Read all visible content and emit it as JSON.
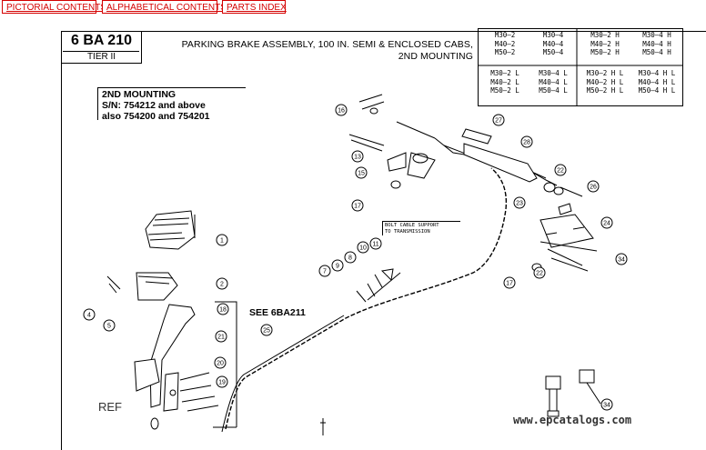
{
  "nav": {
    "pictorial": "PICTORIAL CONTENTS",
    "alphabetical": "ALPHABETICAL CONTENTS",
    "parts_index": "PARTS INDEX"
  },
  "header": {
    "code": "6 BA 210",
    "tier": "TIER II",
    "title_line1": "PARKING BRAKE ASSEMBLY, 100 IN. SEMI & ENCLOSED CABS,",
    "title_line2": "2ND MOUNTING"
  },
  "models": {
    "top": [
      [
        "M30–2",
        "M40–2",
        "M50–2"
      ],
      [
        "M30–4",
        "M40–4",
        "M50–4"
      ],
      [
        "M30–2 H",
        "M40–2 H",
        "M50–2 H"
      ],
      [
        "M30–4 H",
        "M40–4 H",
        "M50–4 H"
      ]
    ],
    "bottom": [
      [
        "M30–2 L",
        "M40–2 L",
        "M50–2 L"
      ],
      [
        "M30–4 L",
        "M40–4 L",
        "M50–4 L"
      ],
      [
        "M30–2 H L",
        "M40–2 H L",
        "M50–2 H L"
      ],
      [
        "M30–4 H L",
        "M40–4 H L",
        "M50–4 H L"
      ]
    ]
  },
  "note": {
    "line1": "2ND MOUNTING",
    "line2": "S/N: 754212 and above",
    "line3": "also 754200 and 754201"
  },
  "cable_note": {
    "line1": "BOLT CABLE SUPPORT",
    "line2": "TO TRANSMISSION"
  },
  "see_ref": "SEE 6BA211",
  "ref_label": "REF",
  "watermark": "www.epcatalogs.com",
  "callouts": [
    "1",
    "2",
    "4",
    "5",
    "7",
    "8",
    "9",
    "10",
    "11",
    "13",
    "15",
    "16",
    "17",
    "18",
    "19",
    "20",
    "21",
    "22",
    "23",
    "24",
    "25",
    "26",
    "27",
    "28",
    "34"
  ]
}
